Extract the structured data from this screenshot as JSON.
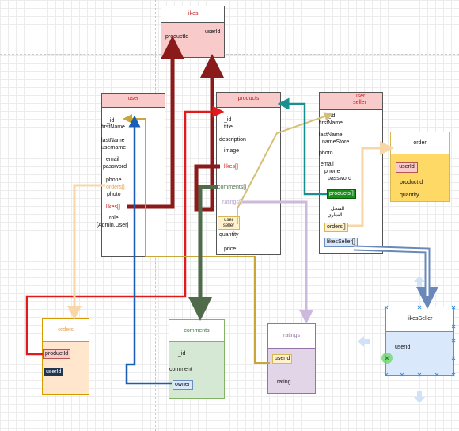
{
  "colors": {
    "dark_red": "#8b1a1a",
    "red": "#e11b1b",
    "gold": "#c8a63a",
    "khaki": "#d4c07a",
    "blue": "#1a5fb5",
    "teal": "#1a8f8f",
    "dark_green": "#4f6b4a",
    "lilac": "#cdb9dc",
    "peach": "#f7d6a8",
    "steel_blue": "#6a89b8",
    "light_blue": "#b4d3f3",
    "selection_blue": "#3f8ed8",
    "selection_green": "#6fd86f"
  },
  "likes": {
    "title": "likes",
    "productId": "productId",
    "userId": "userId"
  },
  "user": {
    "title": "user",
    "fields": [
      "_id",
      "firstName",
      "lastName",
      "username",
      "email",
      "password",
      "phone",
      "orders[]",
      "photo",
      "likes[]",
      "role:",
      "[Admin,User]"
    ]
  },
  "products": {
    "title": "products",
    "fields": [
      "_id",
      "title",
      "description",
      "image",
      "likes[]",
      "comments[]",
      "ratings[]",
      "user",
      "seller",
      "quantity",
      "price"
    ]
  },
  "user_seller": {
    "title_line1": "user",
    "title_line2": "seller",
    "fields": [
      "_id",
      "firstName",
      "lastName",
      "nameStore",
      "photo",
      "email",
      "phone",
      "password",
      "products[]",
      "السجل",
      "التجاري",
      "orders[]",
      "likesSeller[]"
    ]
  },
  "order": {
    "title": "order",
    "fields": [
      "userId",
      "productId",
      "quantity"
    ]
  },
  "orders": {
    "title": "orders",
    "fields": [
      "productId",
      "userId"
    ]
  },
  "comments": {
    "title": "comments",
    "fields": [
      "_id",
      "comment",
      "owner"
    ]
  },
  "ratings": {
    "title": "ratings",
    "fields": [
      "userId",
      "rating"
    ]
  },
  "likesSeller": {
    "title": "likesSeller",
    "fields": [
      "userId"
    ]
  }
}
